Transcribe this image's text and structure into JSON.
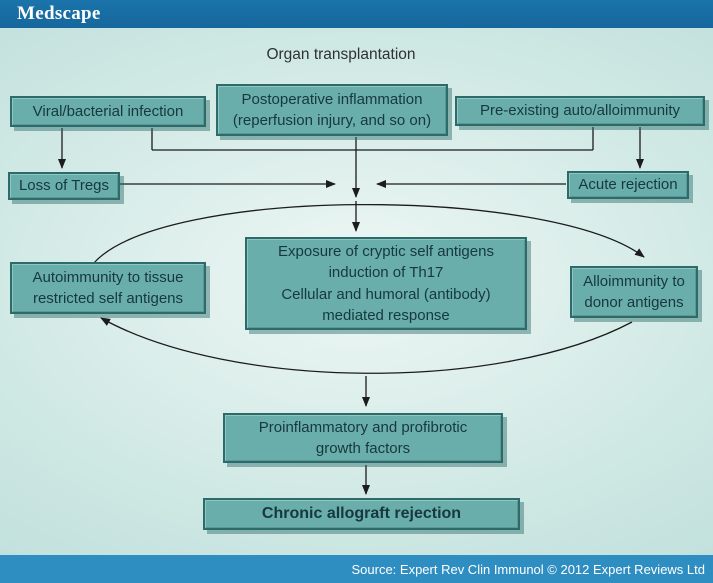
{
  "colors": {
    "header_bg": "#16679c",
    "footer_bg": "#2e8ec2",
    "brand_text": "#ffffff",
    "footer_text": "#ffffff",
    "bg_outer": "#aed5d2",
    "bg_mid": "#cfe8e4",
    "bg_inner": "#eef7f4",
    "box_fill": "#69aeaa",
    "box_border": "#2b6b69",
    "box_shadow": "rgba(43,107,105,0.45)",
    "box_text": "#17383d",
    "title_text": "#2f3133",
    "line": "#1c1c1c"
  },
  "header": {
    "brand": "Medscape"
  },
  "diagram": {
    "title": "Organ transplantation",
    "nodes": {
      "viral": {
        "text": "Viral/bacterial infection"
      },
      "postop": {
        "text": "Postoperative inflammation\n(reperfusion injury, and so on)"
      },
      "preexisting": {
        "text": "Pre-existing auto/alloimmunity"
      },
      "tregs": {
        "text": "Loss of Tregs"
      },
      "acute": {
        "text": "Acute rejection"
      },
      "center": {
        "text": "Exposure of cryptic self antigens\ninduction of Th17\nCellular and humoral (antibody)\nmediated response"
      },
      "autoimmunity": {
        "text": "Autoimmunity to tissue\nrestricted self antigens"
      },
      "alloimmunity": {
        "text": "Alloimmunity to\ndonor antigens"
      },
      "profibrotic": {
        "text": "Proinflammatory and profibrotic\ngrowth factors"
      },
      "chronic": {
        "text": "Chronic allograft rejection"
      }
    }
  },
  "footer": {
    "source": "Source: Expert Rev Clin Immunol © 2012 Expert Reviews Ltd"
  }
}
